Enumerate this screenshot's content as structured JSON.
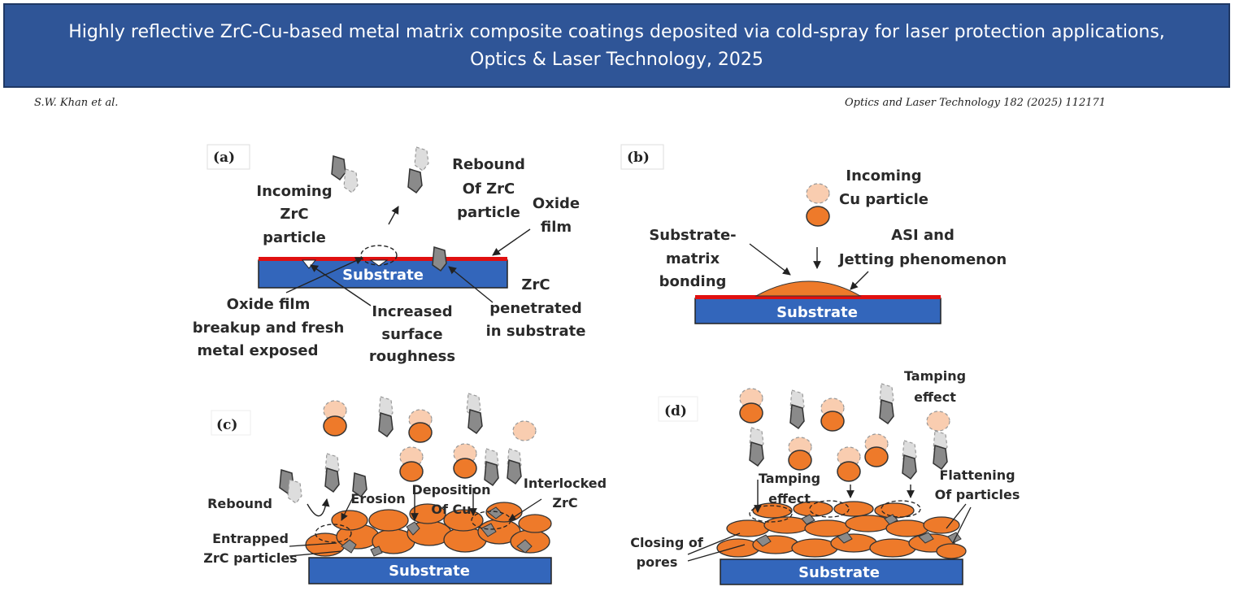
{
  "banner": {
    "line1": "Highly reflective ZrC-Cu-based metal matrix composite coatings deposited via cold-spray for laser protection applications,",
    "line2": "Optics & Laser Technology, 2025"
  },
  "header": {
    "authors": "S.W. Khan et al.",
    "journal": "Optics and Laser Technology 182 (2025) 112171"
  },
  "figure": {
    "substrate_label": "Substrate",
    "panel_a": {
      "tag": "(a)",
      "incoming": [
        "Incoming",
        "ZrC",
        "particle"
      ],
      "rebound": [
        "Rebound",
        "Of ZrC",
        "particle"
      ],
      "oxide": [
        "Oxide",
        "film"
      ],
      "breakup": [
        "Oxide film",
        "breakup and fresh",
        "metal exposed"
      ],
      "roughness": [
        "Increased",
        "surface",
        "roughness"
      ],
      "penetrated": [
        "ZrC",
        "penetrated",
        "in substrate"
      ]
    },
    "panel_b": {
      "tag": "(b)",
      "incoming": [
        "Incoming",
        "Cu particle"
      ],
      "bonding": [
        "Substrate-",
        "matrix",
        "bonding"
      ],
      "asi": [
        "ASI and",
        "Jetting phenomenon"
      ]
    },
    "panel_c": {
      "tag": "(c)",
      "rebound": "Rebound",
      "erosion": "Erosion",
      "deposition": [
        "Deposition",
        "Of Cu"
      ],
      "interlocked": [
        "Interlocked",
        "ZrC"
      ],
      "entrapped": [
        "Entrapped",
        "ZrC particles"
      ]
    },
    "panel_d": {
      "tag": "(d)",
      "tamping_top": [
        "Tamping",
        "effect"
      ],
      "tamping_mid": [
        "Tamping",
        "effect"
      ],
      "flattening": [
        "Flattening",
        "Of particles"
      ],
      "closing": [
        "Closing of",
        "pores"
      ]
    }
  },
  "colors": {
    "banner_bg": "#2f5597",
    "substrate": "#3366bb",
    "oxide_film": "#e01010",
    "cu_particle": "#ee7a2a",
    "zrc_particle": "#8a8a8a"
  }
}
